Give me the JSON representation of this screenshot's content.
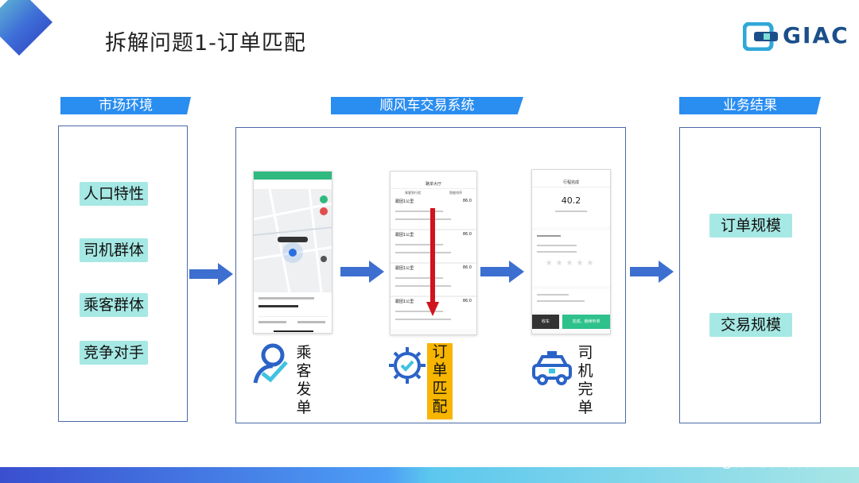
{
  "title": "拆解问题1-订单匹配",
  "logo": {
    "text": "GIAC"
  },
  "sections": {
    "left": {
      "header": "市场环境",
      "items": [
        "人口特性",
        "司机群体",
        "乘客群体",
        "竞争对手"
      ]
    },
    "middle": {
      "header": "顺风车交易系统"
    },
    "right": {
      "header": "业务结果",
      "items": [
        "订单规模",
        "交易规模"
      ]
    }
  },
  "steps": [
    {
      "chars": [
        "乘",
        "客",
        "发",
        "单"
      ],
      "icon": "person-check-icon"
    },
    {
      "chars": [
        "订",
        "单",
        "匹",
        "配"
      ],
      "icon": "gear-check-icon"
    },
    {
      "chars": [
        "司",
        "机",
        "完",
        "单"
      ],
      "icon": "taxi-icon"
    }
  ],
  "phone2": {
    "header": "路单大厅",
    "filters": [
      "乘客到行程",
      "智能排序"
    ],
    "rows": [
      {
        "title": "跟团1公里",
        "price": "86.0"
      },
      {
        "title": "跟团1公里",
        "price": "86.0"
      },
      {
        "title": "跟团1公里",
        "price": "86.0"
      },
      {
        "title": "跟团1公里",
        "price": "86.0"
      }
    ]
  },
  "phone3": {
    "header": "行程完成",
    "price": "40.2",
    "buttons": [
      "收车",
      "完成，继续听单"
    ]
  },
  "watermark": "@稀土掘金技术社区",
  "colors": {
    "header_blue": "#2a8df0",
    "panel_border": "#4a68a8",
    "tag_bg": "#a6e8e4",
    "arrow_blue": "#3d6fd0",
    "highlight": "#f7b500",
    "red_arrow": "#d0141c"
  }
}
